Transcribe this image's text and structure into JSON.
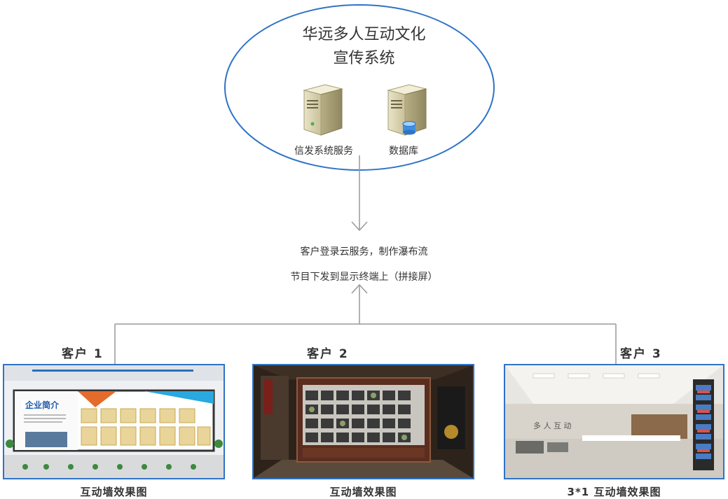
{
  "cloud": {
    "title_line1": "华远多人互动文化",
    "title_line2": "宣传系统",
    "servers": [
      {
        "label": "信发系统服务",
        "icon": "server-icon"
      },
      {
        "label": "数据库",
        "icon": "database-server-icon"
      }
    ]
  },
  "flow": {
    "line1": "客户登录云服务，制作瀑布流",
    "line2": "节目下发到显示终端上（拼接屏）"
  },
  "clients": [
    {
      "label": "客户 1",
      "caption": "互动墙效果图",
      "photo_text": "企业简介"
    },
    {
      "label": "客户 2",
      "caption": "互动墙效果图"
    },
    {
      "label": "客户 3",
      "caption": "3*1 互动墙效果图"
    }
  ],
  "colors": {
    "ellipse_border": "#2f73c7",
    "connector": "#999999",
    "photo_border": "#2f73c7"
  }
}
